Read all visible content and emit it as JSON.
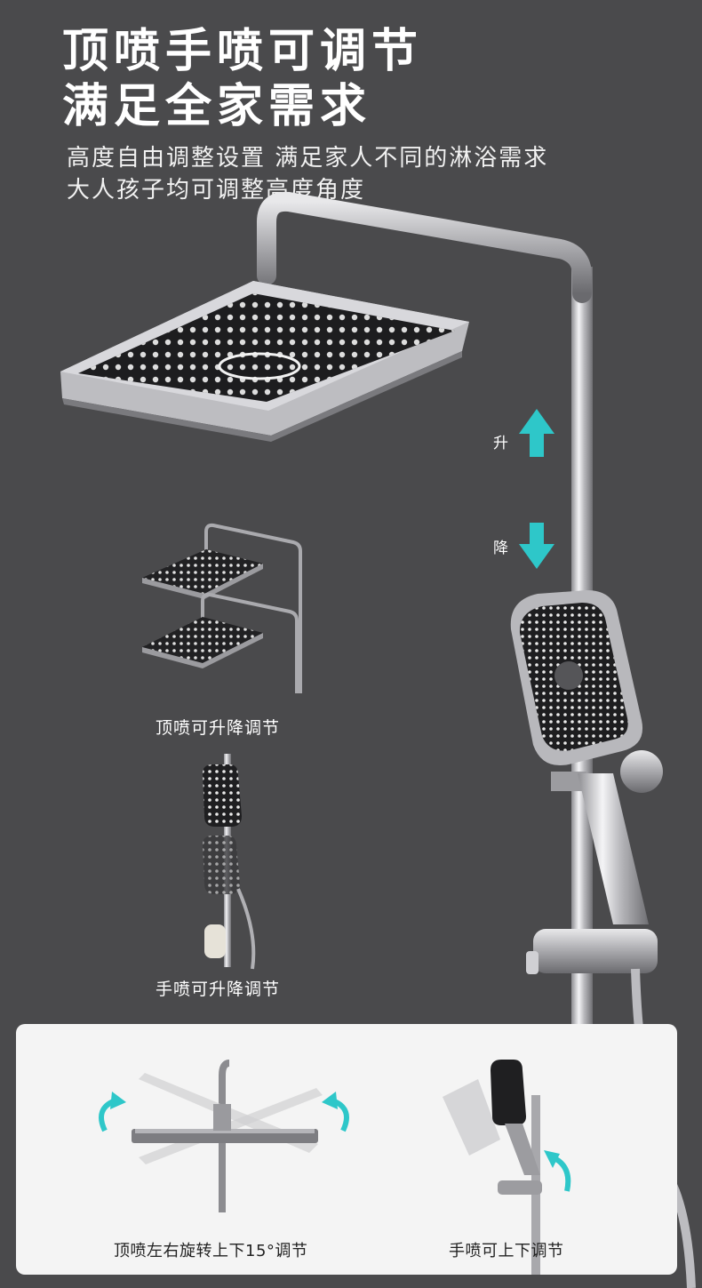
{
  "headline": {
    "line1": "顶喷手喷可调节",
    "line2": "满足全家需求"
  },
  "subtitle": {
    "line1": "高度自由调整设置 满足家人不同的淋浴需求",
    "line2": "大人孩子均可调整高度角度"
  },
  "arrows": {
    "up_label": "升",
    "down_label": "降",
    "accent_color": "#2ec7c9"
  },
  "captions": {
    "top_spray": "顶喷可升降调节",
    "hand_spray": "手喷可升降调节"
  },
  "panel": {
    "left_caption": "顶喷左右旋转上下15°调节",
    "right_caption": "手喷可上下调节"
  },
  "colors": {
    "background": "#4a4a4c",
    "chrome": "#c9c9cc",
    "spray_face": "#222222"
  }
}
